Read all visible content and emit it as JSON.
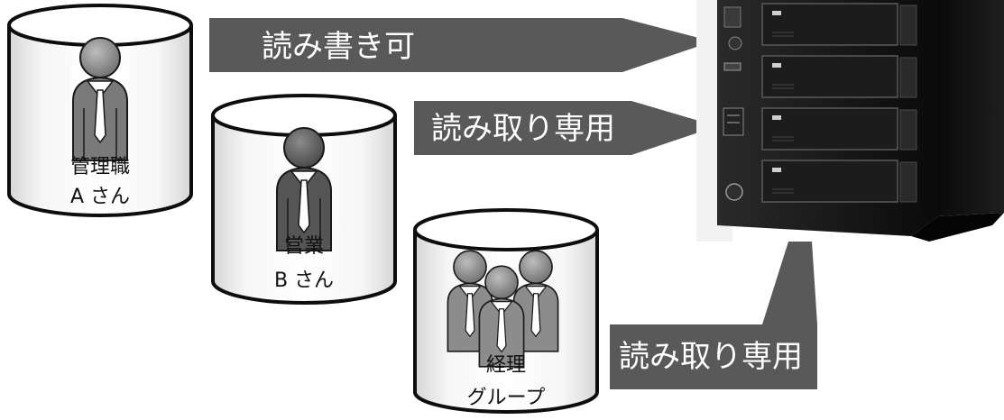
{
  "users": [
    {
      "role": "管理職",
      "name": "A さん"
    },
    {
      "role": "営業",
      "name": "B さん"
    },
    {
      "role": "経理",
      "name": "グループ"
    }
  ],
  "arrows": [
    {
      "label": "読み書き可"
    },
    {
      "label": "読み取り専用"
    },
    {
      "label": "読み取り専用"
    }
  ],
  "colors": {
    "arrow_fill": "#595959",
    "arrow_text": "#ffffff",
    "cylinder_stroke": "#0d0d0d",
    "cylinder_fill": "#ffffff",
    "person_fill": "#8c8c8c",
    "nas_body": "#141414"
  }
}
